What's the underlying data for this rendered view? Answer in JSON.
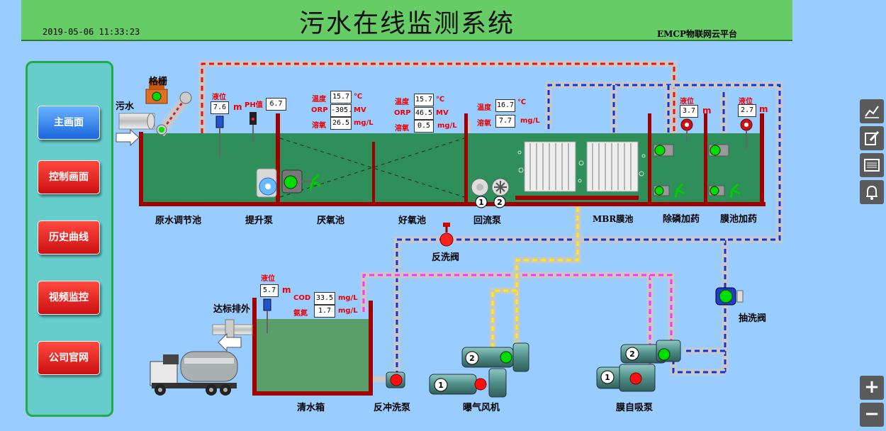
{
  "header": {
    "title": "污水在线监测系统",
    "datetime": "2019-05-06 11:33:23",
    "platform": "EMCP物联网云平台"
  },
  "nav": {
    "items": [
      {
        "label": "主画面",
        "active": true
      },
      {
        "label": "控制画面",
        "active": false
      },
      {
        "label": "历史曲线",
        "active": false
      },
      {
        "label": "视频监控",
        "active": false
      },
      {
        "label": "公司官网",
        "active": false
      }
    ]
  },
  "toolbar": {
    "icons": [
      "chart-icon",
      "edit-icon",
      "list-icon",
      "bell-icon",
      "zoom-in-icon",
      "zoom-out-icon"
    ],
    "zoom_in": "+",
    "zoom_out": "−"
  },
  "labels": {
    "grille": "格栅",
    "sewage": "污水",
    "raw_tank": "原水调节池",
    "lift_pump": "提升泵",
    "anoxic": "厌氧池",
    "aerobic": "好氧池",
    "return_pump": "回流泵",
    "mbr": "MBR膜池",
    "phos": "除磷加药",
    "membrane_dose": "膜池加药",
    "backwash_valve": "反洗阀",
    "suction_valve": "抽洗阀",
    "discharge": "达标排外",
    "clear_tank": "清水箱",
    "backwash_pump": "反冲洗泵",
    "blower": "曝气风机",
    "self_suction": "膜自吸泵"
  },
  "readings": {
    "raw_level": {
      "label": "液位",
      "value": "7.6",
      "unit": "m"
    },
    "ph": {
      "label": "PH值",
      "value": "6.7"
    },
    "anoxic": {
      "temp": {
        "label": "温度",
        "value": "15.7",
        "unit": "℃"
      },
      "orp": {
        "label": "ORP",
        "value": "-305.",
        "unit": "MV"
      },
      "do": {
        "label": "溶氧",
        "value": "26.5",
        "unit": "mg/L"
      }
    },
    "aerobic": {
      "temp": {
        "label": "温度",
        "value": "15.7",
        "unit": "℃"
      },
      "orp": {
        "label": "ORP",
        "value": "46.5",
        "unit": "MV"
      },
      "do": {
        "label": "溶氧",
        "value": "0.5",
        "unit": "mg/L"
      }
    },
    "mbr": {
      "temp": {
        "label": "温度",
        "value": "16.7",
        "unit": "℃"
      },
      "do": {
        "label": "溶氧",
        "value": "7.7",
        "unit": "mg/L"
      }
    },
    "phos_level": {
      "label": "液位",
      "value": "3.7",
      "unit": "m"
    },
    "dose_level": {
      "label": "液位",
      "value": "2.7",
      "unit": "m"
    },
    "clear_level": {
      "label": "液位",
      "value": "5.7",
      "unit": "m"
    },
    "cod": {
      "label": "COD",
      "value": "33.5",
      "unit": "mg/L"
    },
    "nh3": {
      "label": "氨氮",
      "value": "1.7",
      "unit": "mg/L"
    }
  },
  "markers": {
    "one": "1",
    "two": "2"
  },
  "colors": {
    "running": "#00dd00",
    "stopped": "#ff1010",
    "water": "#2f8f5a",
    "tank": "#a00000"
  }
}
